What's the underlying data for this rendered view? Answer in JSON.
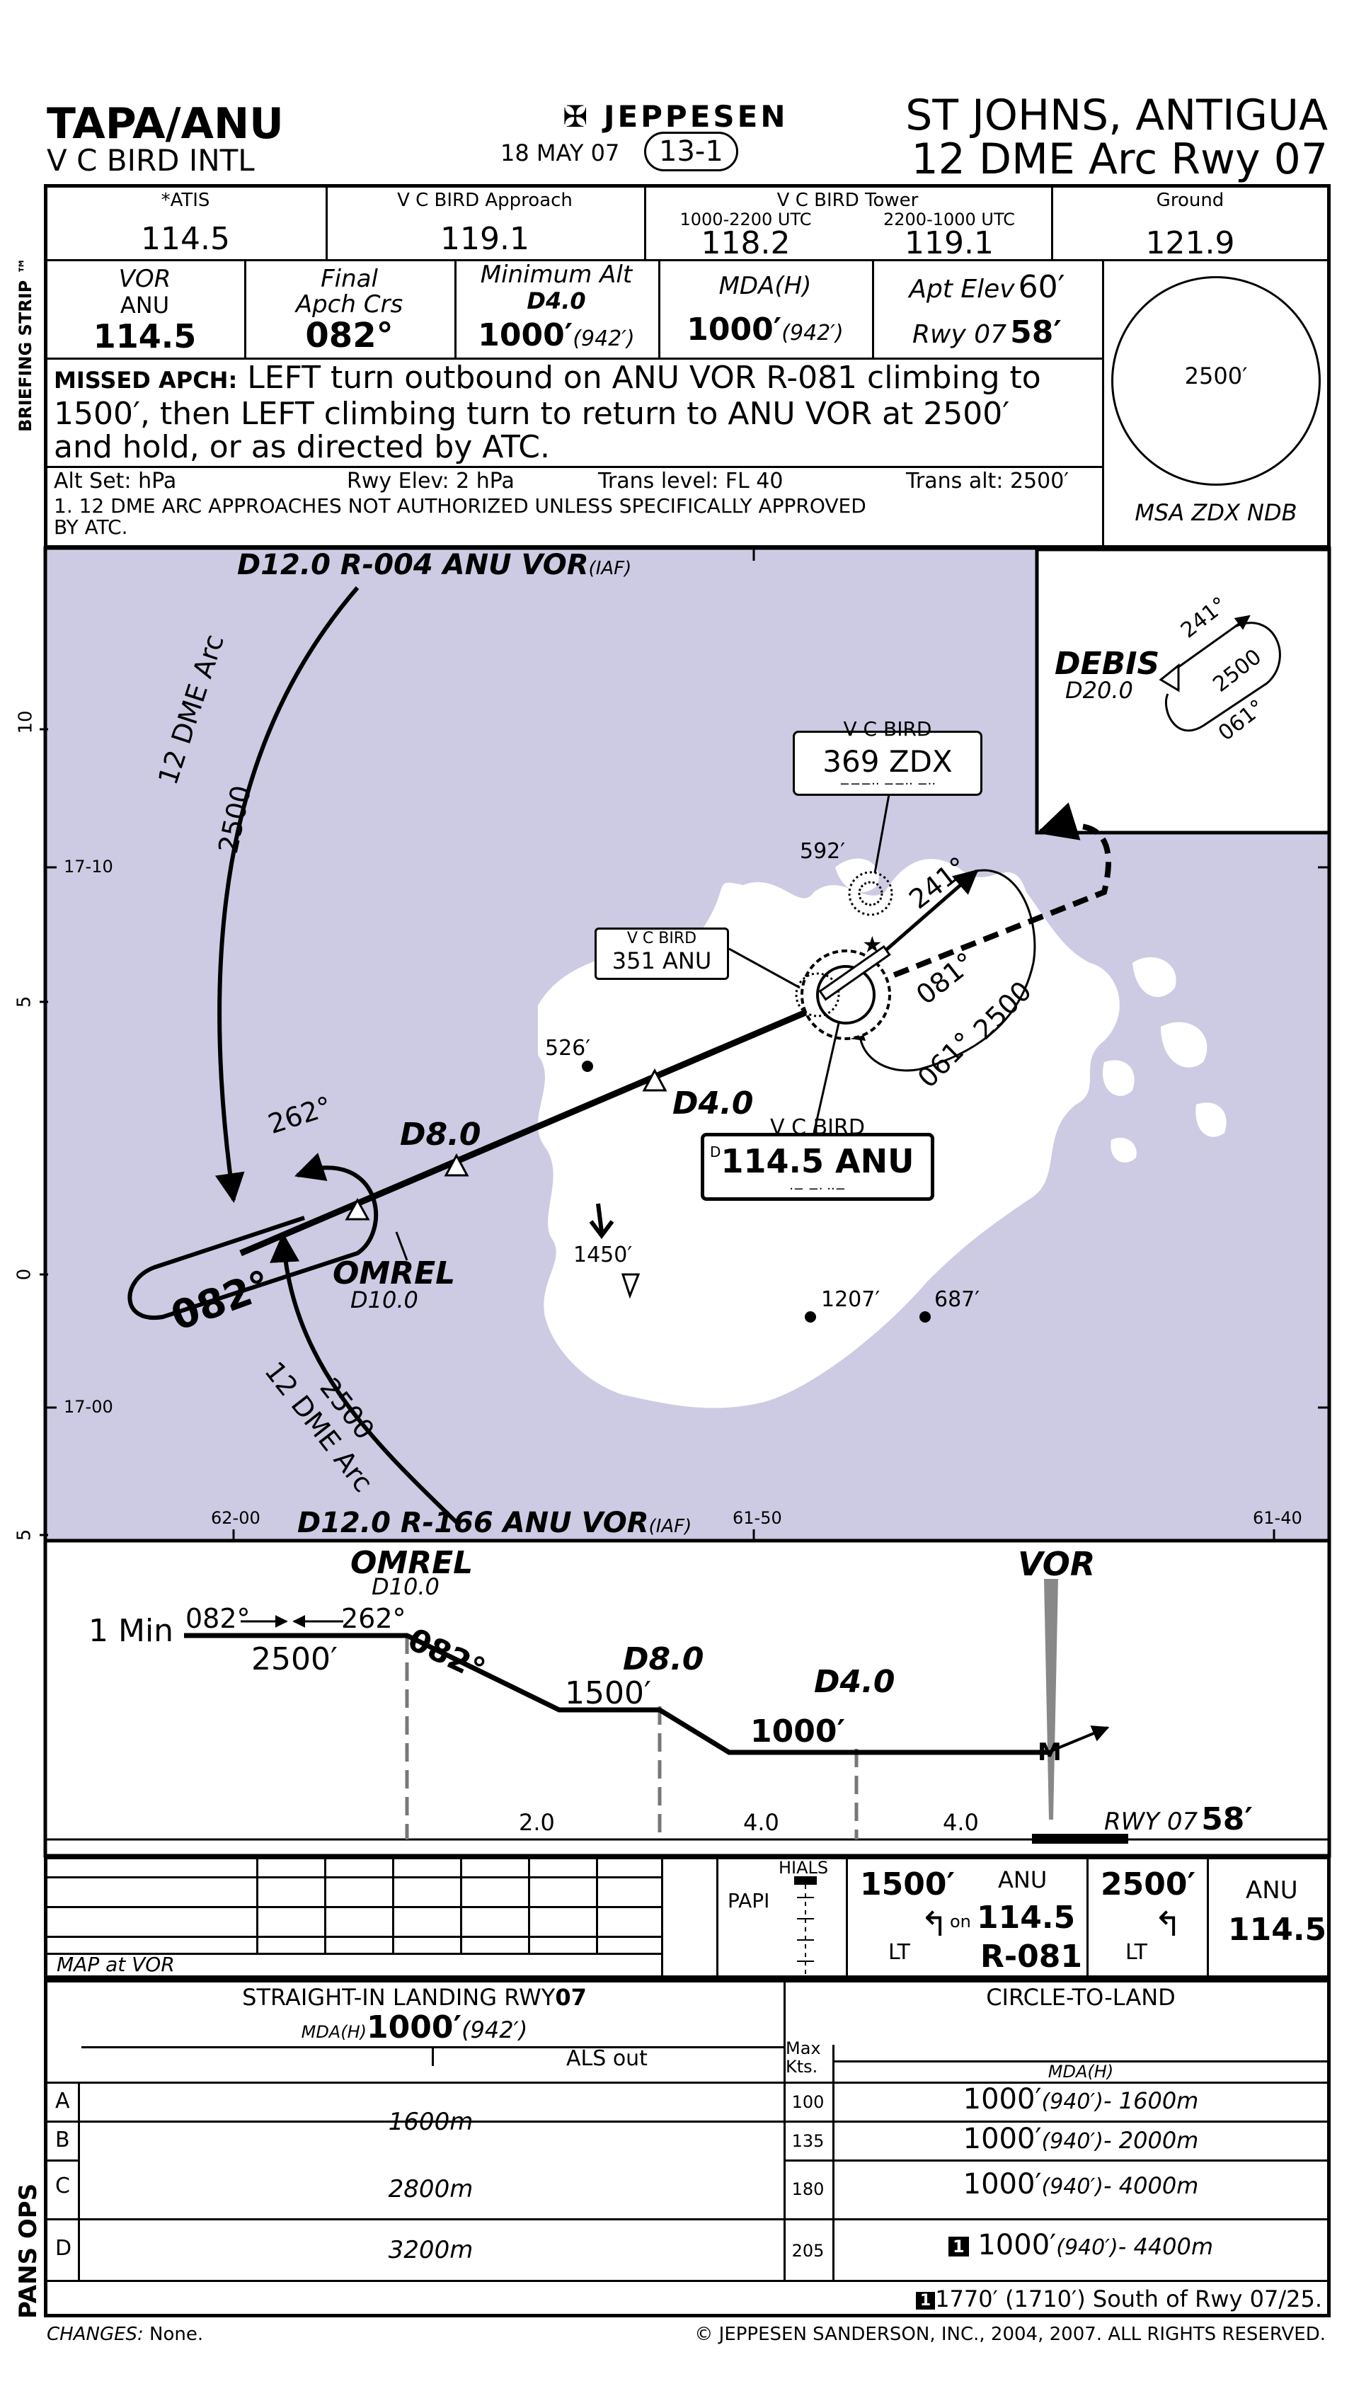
{
  "header": {
    "icao_iata": "TAPA/ANU",
    "airport": "V C BIRD INTL",
    "brand": "JEPPESEN",
    "date": "18 MAY 07",
    "chart_no": "13-1",
    "city": "ST JOHNS, ANTIGUA",
    "procedure": "12 DME Arc Rwy 07"
  },
  "side_labels": {
    "briefing": "BRIEFING STRIP ™",
    "pans": "PANS OPS"
  },
  "comm": {
    "atis_label": "*ATIS",
    "atis_freq": "114.5",
    "app_label": "V C BIRD Approach",
    "app_freq": "119.1",
    "twr_label": "V C BIRD Tower",
    "twr1_time": "1000-2200 UTC",
    "twr1_freq": "118.2",
    "twr2_time": "2200-1000 UTC",
    "twr2_freq": "119.1",
    "gnd_label": "Ground",
    "gnd_freq": "121.9"
  },
  "brief": {
    "vor_label": "VOR",
    "vor_id": "ANU",
    "vor_freq": "114.5",
    "crs_label1": "Final",
    "crs_label2": "Apch Crs",
    "crs_value": "082°",
    "minalt_label": "Minimum Alt",
    "minalt_fix": "D4.0",
    "minalt_value": "1000′",
    "minalt_height": "(942′)",
    "mda_label": "MDA(H)",
    "mda_value": "1000′",
    "mda_height": "(942′)",
    "elev_label": "Apt Elev",
    "elev_value": "60′",
    "rwy_label": "Rwy 07",
    "rwy_value": "58′"
  },
  "missed": {
    "label": "MISSED APCH:",
    "line1": "LEFT turn outbound on ANU VOR R-081 climbing to",
    "line2": "1500′, then LEFT climbing turn to return to ANU VOR at 2500′",
    "line3": "and hold, or as directed by ATC."
  },
  "settings": {
    "altset": "Alt Set: hPa",
    "rwyelev": "Rwy Elev: 2 hPa",
    "translevel": "Trans level: FL 40",
    "transalt": "Trans alt: 2500′",
    "note1": "1. 12 DME ARC APPROACHES NOT AUTHORIZED UNLESS SPECIFICALLY APPROVED",
    "note2": "BY ATC."
  },
  "msa": {
    "alt": "2500′",
    "label": "MSA ZDX NDB"
  },
  "plan": {
    "arc_top": "D12.0 R-004 ANU VOR",
    "arc_top_iaf": "(IAF)",
    "arc_bot": "D12.0 R-166 ANU VOR",
    "arc_bot_iaf": "(IAF)",
    "arc_lbl": "12 DME Arc",
    "arc_alt": "2500",
    "hold_262": "262°",
    "d8": "D8.0",
    "d4": "D4.0",
    "omrel": "OMREL",
    "omrel_d": "D10.0",
    "crs_082": "082°",
    "debis": "DEBIS",
    "debis_d": "D20.0",
    "debis_241": "241°",
    "debis_2500": "2500",
    "debis_061": "061°",
    "ndb_name": "V C BIRD",
    "ndb_freq": "369",
    "ndb_id": "ZDX",
    "ndb_morse": "−−−·· −−·· −··",
    "ndb2_name": "V C BIRD",
    "ndb2_freq": "351",
    "ndb2_id": "ANU",
    "vor_name": "V C BIRD",
    "vor_d": "D",
    "vor_freq": "114.5",
    "vor_id": "ANU",
    "vor_morse": "·− −· ··−",
    "miss_241": "241°",
    "miss_081": "081°",
    "miss_061": "061°",
    "miss_2500": "2500",
    "elev_592": "592′",
    "elev_526": "526′",
    "elev_1450": "1450′",
    "elev_1207": "1207′",
    "elev_687": "687′",
    "lat_1710": "17-10",
    "lat_1700": "17-00",
    "lon_6200": "62-00",
    "lon_6150": "61-50",
    "lon_6140": "61-40",
    "scale_10": "10",
    "scale_5a": "5",
    "scale_0": "0",
    "scale_5b": "5"
  },
  "profile": {
    "omrel": "OMREL",
    "omrel_d": "D10.0",
    "vor": "VOR",
    "one_min": "1 Min",
    "in_crs": "082°",
    "out_crs": "262°",
    "hold_alt": "2500′",
    "crs": "082°",
    "d8": "D8.0",
    "alt_1500": "1500′",
    "d4": "D4.0",
    "alt_1000": "1000′",
    "dist1": "2.0",
    "dist2": "4.0",
    "dist3": "4.0",
    "rwy": "RWY 07",
    "rwy_elev": "58′"
  },
  "map_row": {
    "map_at": "MAP at VOR",
    "papi": "PAPI",
    "hials": "HIALS",
    "climb1": "1500′",
    "lt1": "LT",
    "on": "on",
    "anu1": "ANU",
    "anu1_freq": "114.5",
    "radial": "R-081",
    "climb2": "2500′",
    "lt2": "LT",
    "anu2": "ANU",
    "anu2_freq": "114.5"
  },
  "minima": {
    "si_title": "STRAIGHT-IN LANDING RWY",
    "si_rwy": "07",
    "si_mda_label": "MDA(H)",
    "si_mda": "1000′",
    "si_mda_h": "(942′)",
    "als_out": "ALS out",
    "max_kts": "Max Kts.",
    "ctl_title": "CIRCLE-TO-LAND",
    "ctl_mda_label": "MDA(H)",
    "rows": [
      {
        "cat": "A",
        "vis": "1600m",
        "kts": "100",
        "ctl_alt": "1000′",
        "ctl_h": "(940′)",
        "ctl_vis": "- 1600m"
      },
      {
        "cat": "B",
        "vis": "",
        "kts": "135",
        "ctl_alt": "1000′",
        "ctl_h": "(940′)",
        "ctl_vis": "- 2000m"
      },
      {
        "cat": "C",
        "vis": "2800m",
        "kts": "180",
        "ctl_alt": "1000′",
        "ctl_h": "(940′)",
        "ctl_vis": "- 4000m"
      },
      {
        "cat": "D",
        "vis": "3200m",
        "kts": "205",
        "ctl_alt": "1000′",
        "ctl_h": "(940′)",
        "ctl_vis": "- 4400m"
      }
    ],
    "note_marker": "1",
    "note": "1770′ (1710′) South of Rwy 07/25."
  },
  "footer": {
    "changes_label": "CHANGES:",
    "changes": "None.",
    "copyright": "© JEPPESEN SANDERSON, INC., 2004, 2007. ALL RIGHTS RESERVED."
  },
  "colors": {
    "map_fill": "#cdcbe3",
    "land": "#ffffff",
    "ink": "#000000"
  }
}
